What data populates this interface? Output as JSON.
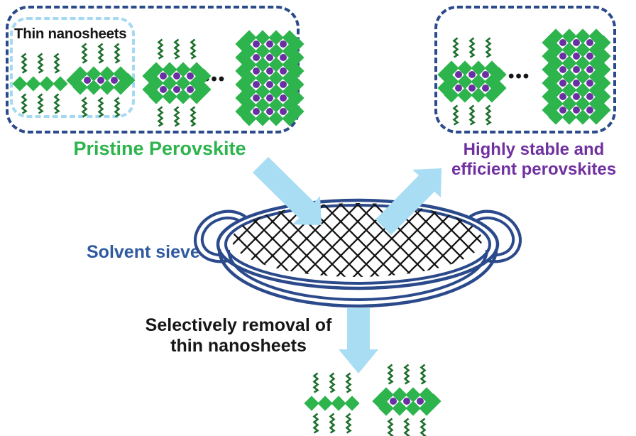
{
  "colors": {
    "green": "#2db44c",
    "dark_green": "#1d6f2b",
    "purple_dot": "#6a2fa3",
    "purple_text": "#7030a0",
    "navy": "#2b4a8b",
    "blue_text": "#2f5a9f",
    "light_blue": "#a5d9f2",
    "arrow_blue": "#a8ddf4",
    "ink": "#161616"
  },
  "left_box": {
    "inner_label": "Thin nanosheets",
    "caption": "Pristine Perovskite",
    "ellipsis": "•••"
  },
  "right_box": {
    "caption_line1": "Highly stable and",
    "caption_line2": "efficient perovskites",
    "ellipsis": "•••"
  },
  "sieve": {
    "label": "Solvent sieve"
  },
  "bottom": {
    "caption_line1": "Selectively removal of",
    "caption_line2": "thin nanosheets"
  },
  "cluster_types": {
    "thin_row": {
      "cols": 4,
      "alignedRows": 1,
      "dotRows": 0,
      "zigzagsTop": 3,
      "zigzagsBottom": 3
    },
    "monolayer": {
      "cols": 4,
      "alignedRows": 2,
      "dotRows": 1,
      "zigzagsTop": 3,
      "zigzagsBottom": 3
    },
    "few_layer": {
      "cols": 4,
      "alignedRows": 3,
      "dotRows": 2,
      "zigzagsTop": 3,
      "zigzagsBottom": 3
    },
    "bulk": {
      "cols": 4,
      "alignedRows": 7,
      "dotRows": 6,
      "zigzagsTop": 0,
      "zigzagsBottom": 0
    }
  },
  "cluster_instances": [
    {
      "id": "c1",
      "type": "thin_row"
    },
    {
      "id": "c2",
      "type": "monolayer"
    },
    {
      "id": "c3",
      "type": "few_layer"
    },
    {
      "id": "c4",
      "type": "bulk"
    },
    {
      "id": "cA",
      "type": "few_layer"
    },
    {
      "id": "cB",
      "type": "bulk"
    },
    {
      "id": "cC",
      "type": "thin_row"
    },
    {
      "id": "cD",
      "type": "monolayer"
    }
  ]
}
